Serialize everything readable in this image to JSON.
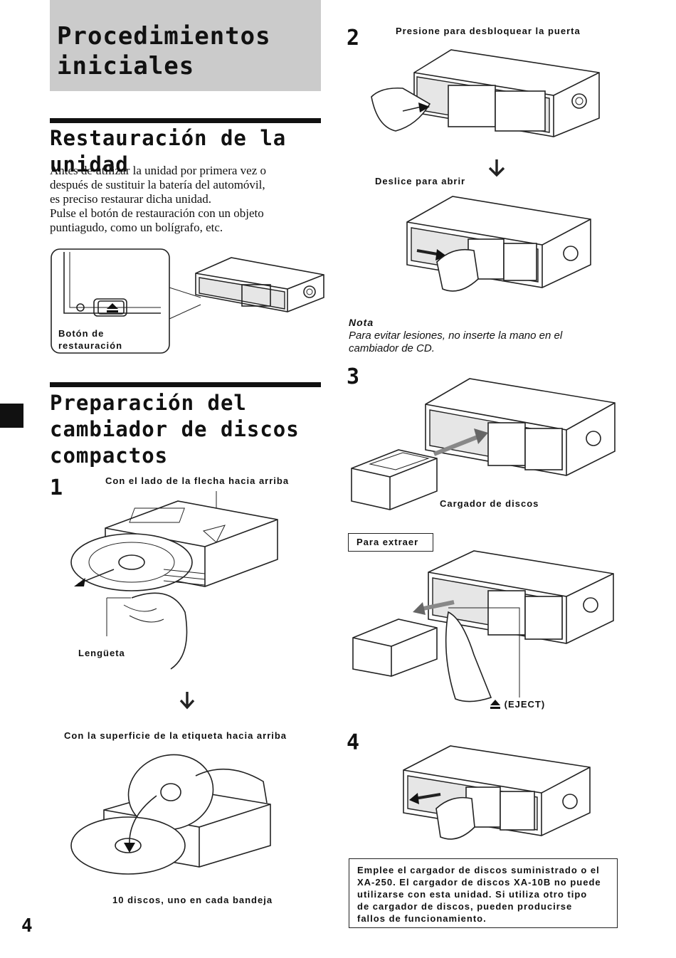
{
  "header": {
    "title_line1": "Procedimientos",
    "title_line2": "iniciales"
  },
  "reset_section": {
    "heading": "Restauración de la unidad",
    "paragraph1": "Antes de utilizar la unidad por primera vez o",
    "paragraph2": "después de sustituir la batería del automóvil,",
    "paragraph3": "es preciso restaurar dicha unidad.",
    "paragraph4": "Pulse el botón de restauración con un objeto",
    "paragraph5": "puntiagudo, como un bolígrafo, etc.",
    "callout_line1": "Botón de",
    "callout_line2": "restauración"
  },
  "prep_section": {
    "heading_line1": "Preparación del",
    "heading_line2": "cambiador de discos",
    "heading_line3": "compactos"
  },
  "step1": {
    "number": "1",
    "label_top": "Con el lado de la flecha hacia arriba",
    "label_tab": "Lengüeta",
    "label_label_side": "Con la superficie de la etiqueta hacia arriba",
    "label_discs": "10 discos, uno en cada bandeja"
  },
  "step2": {
    "number": "2",
    "label_unlock": "Presione para desbloquear la puerta",
    "label_slide": "Deslice para abrir"
  },
  "note": {
    "title": "Nota",
    "line1": "Para evitar lesiones, no inserte la mano en el",
    "line2": "cambiador de CD."
  },
  "step3": {
    "number": "3",
    "label_magazine": "Cargador de discos",
    "label_remove": "Para extraer",
    "label_eject": "(EJECT)"
  },
  "step4": {
    "number": "4",
    "notice_line1": "Emplee el cargador de discos suministrado o el",
    "notice_line2": "XA-250. El cargador de discos XA-10B no puede",
    "notice_line3": "utilizarse con esta unidad. Si utiliza otro tipo",
    "notice_line4": "de cargador de discos, pueden producirse",
    "notice_line5": "fallos de funcionamiento."
  },
  "footer": {
    "page_number": "4"
  },
  "icons": [
    "eject-icon",
    "down-arrow-icon"
  ]
}
